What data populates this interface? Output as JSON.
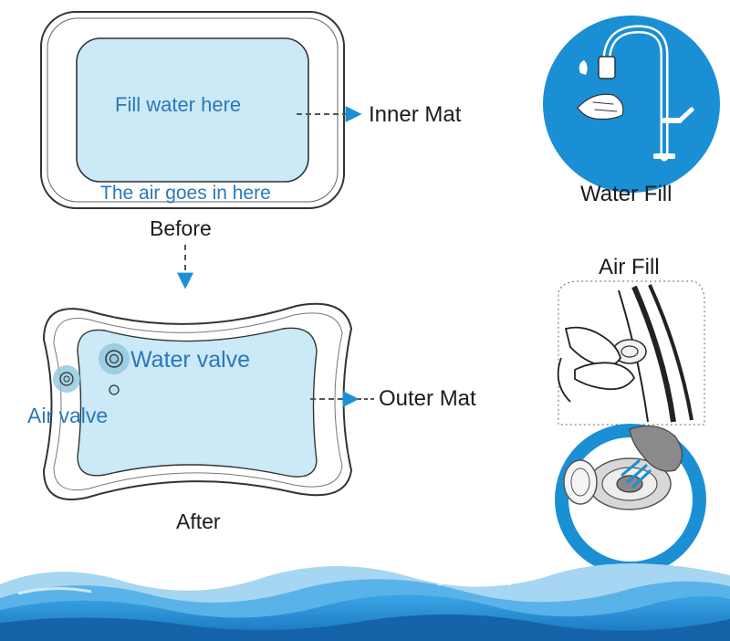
{
  "diagram": {
    "fill_water_text": "Fill water here",
    "air_goes_in_text": "The air goes in here",
    "inner_mat_label": "Inner Mat",
    "before_label": "Before",
    "water_valve_label": "Water valve",
    "air_valve_label": "Air valve",
    "outer_mat_label": "Outer Mat",
    "after_label": "After",
    "water_fill_label": "Water Fill",
    "air_fill_label": "Air Fill"
  },
  "colors": {
    "accent_blue": "#1b8fd4",
    "mat_fill": "#cbe9f6",
    "text_blue": "#2b78b8",
    "wave_blue": "#1e88d0"
  },
  "icons": [
    "faucet-icon",
    "air-valve-closeup-icon",
    "valve-cap-icon",
    "wave-decoration-icon"
  ]
}
